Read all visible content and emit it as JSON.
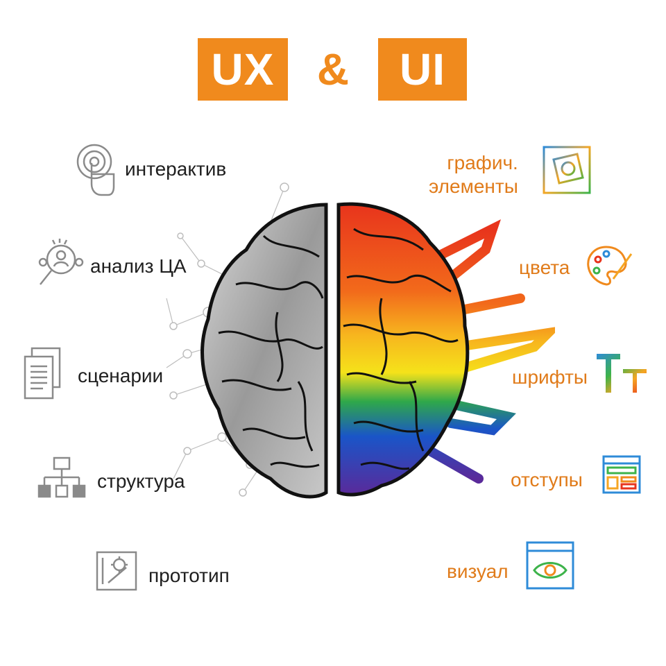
{
  "title": {
    "left": "UX",
    "amp": "&",
    "right": "UI"
  },
  "ux_items": [
    {
      "label": "интерактив",
      "icon": "touch-click-icon"
    },
    {
      "label": "анализ ЦА",
      "icon": "audience-search-icon"
    },
    {
      "label": "сценарии",
      "icon": "documents-icon"
    },
    {
      "label": "структура",
      "icon": "structure-tree-icon"
    },
    {
      "label": "прототип",
      "icon": "blueprint-icon"
    }
  ],
  "ui_items": [
    {
      "label_line1": "графич.",
      "label_line2": "элементы",
      "icon": "image-frame-icon"
    },
    {
      "label": "цвета",
      "icon": "palette-icon"
    },
    {
      "label": "шрифты",
      "icon": "font-tt-icon"
    },
    {
      "label": "отступы",
      "icon": "layout-window-icon"
    },
    {
      "label": "визуал",
      "icon": "eye-window-icon"
    }
  ],
  "colors": {
    "accent": "#f08a1d",
    "ux_text": "#1f1f1f",
    "ui_text": "#e07b1a",
    "icon_grey": "#8a8a8a"
  }
}
